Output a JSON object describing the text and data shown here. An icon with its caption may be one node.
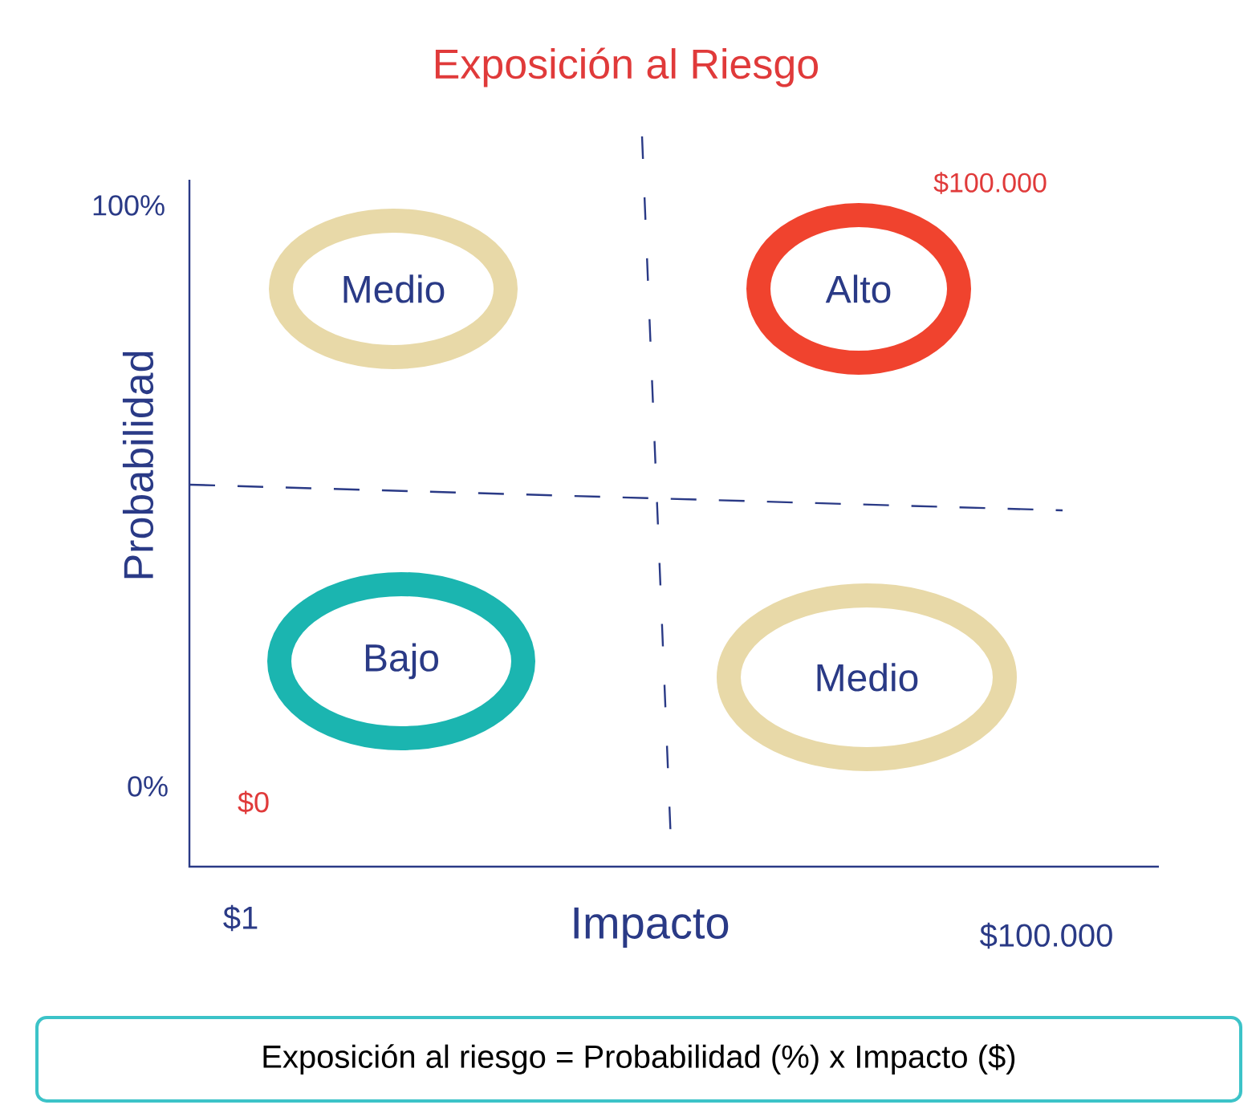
{
  "diagram": {
    "title": "Exposición al Riesgo",
    "nodes": [
      {
        "text": [
          "Medio"
        ]
      },
      {
        "text": [
          "Alto"
        ]
      },
      {
        "text": [
          "Bajo"
        ]
      },
      {
        "text": [
          "Medio"
        ]
      },
      {
        "text": [
          "Exposición al riesgo = Probabilidad (%) x Impacto ($)"
        ]
      }
    ],
    "labels": [
      "$100.000",
      "100%",
      "Probabilidad",
      "0%",
      "$0",
      "$1",
      "Impacto",
      "$100.000"
    ]
  }
}
